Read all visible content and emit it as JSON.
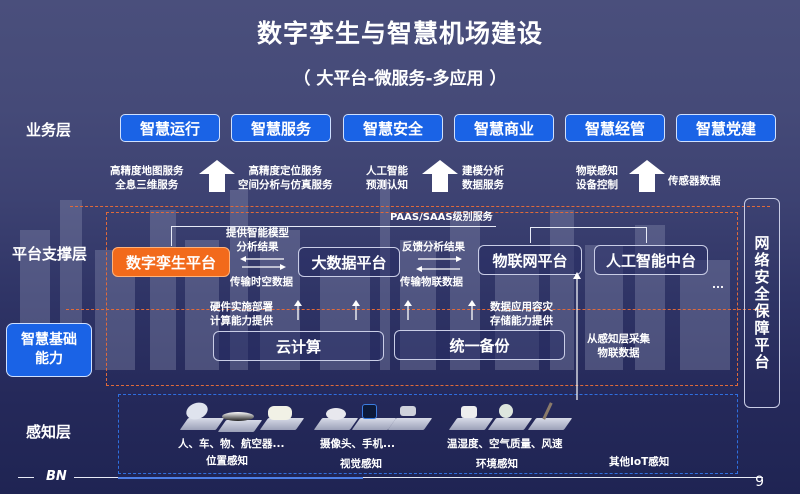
{
  "title": "数字孪生与智慧机场建设",
  "subtitle": "（ 大平台-微服务-多应用 ）",
  "layers": {
    "business": "业务层",
    "platform": "平台支撑层",
    "foundation": "智慧基础\n能力",
    "perception": "感知层"
  },
  "business_apps": [
    "智慧运行",
    "智慧服务",
    "智慧安全",
    "智慧商业",
    "智慧经管",
    "智慧党建"
  ],
  "service_notes": {
    "map": [
      "高精度地图服务",
      "全息三维服务"
    ],
    "positioning": [
      "高精度定位服务",
      "空间分析与仿真服务"
    ],
    "ai": [
      "人工智能",
      "预测认知"
    ],
    "modeling": [
      "建模分析",
      "数据服务"
    ],
    "iot": [
      "物联感知",
      "设备控制"
    ],
    "sensor": "传感器数据"
  },
  "paas_label": "PAAS/SAAS级别服务",
  "platforms": {
    "twin": "数字孪生平台",
    "bigdata": "大数据平台",
    "iot": "物联网平台",
    "ai": "人工智能中台",
    "more": "..."
  },
  "flows": {
    "to_twin": [
      "提供智能模型",
      "分析结果"
    ],
    "from_twin": "传输时空数据",
    "feedback": "反馈分析结果",
    "iot_data": "传输物联数据",
    "hardware": [
      "硬件实施部署",
      "计算能力提供"
    ],
    "storage": [
      "数据应用容灾",
      "存储能力提供"
    ],
    "collect": [
      "从感知层采集",
      "物联数据"
    ]
  },
  "infrastructure": {
    "cloud": "云计算",
    "backup": "统一备份"
  },
  "security_platform": "网络安全保障平台",
  "perception": {
    "position": {
      "devices": "人、车、物、航空器...",
      "label": "位置感知"
    },
    "vision": {
      "devices": "摄像头、手机...",
      "label": "视觉感知"
    },
    "environment": {
      "devices": "温湿度、空气质量、风速",
      "label": "环境感知"
    },
    "other": {
      "label": "其他IoT感知"
    }
  },
  "footer": {
    "logo": "BN",
    "page": "9"
  },
  "colors": {
    "primary_blue": "#1a63e6",
    "twin_orange": "#f26a1b",
    "dash_orange": "#e06a3a",
    "dash_blue": "#2f6fe0"
  }
}
